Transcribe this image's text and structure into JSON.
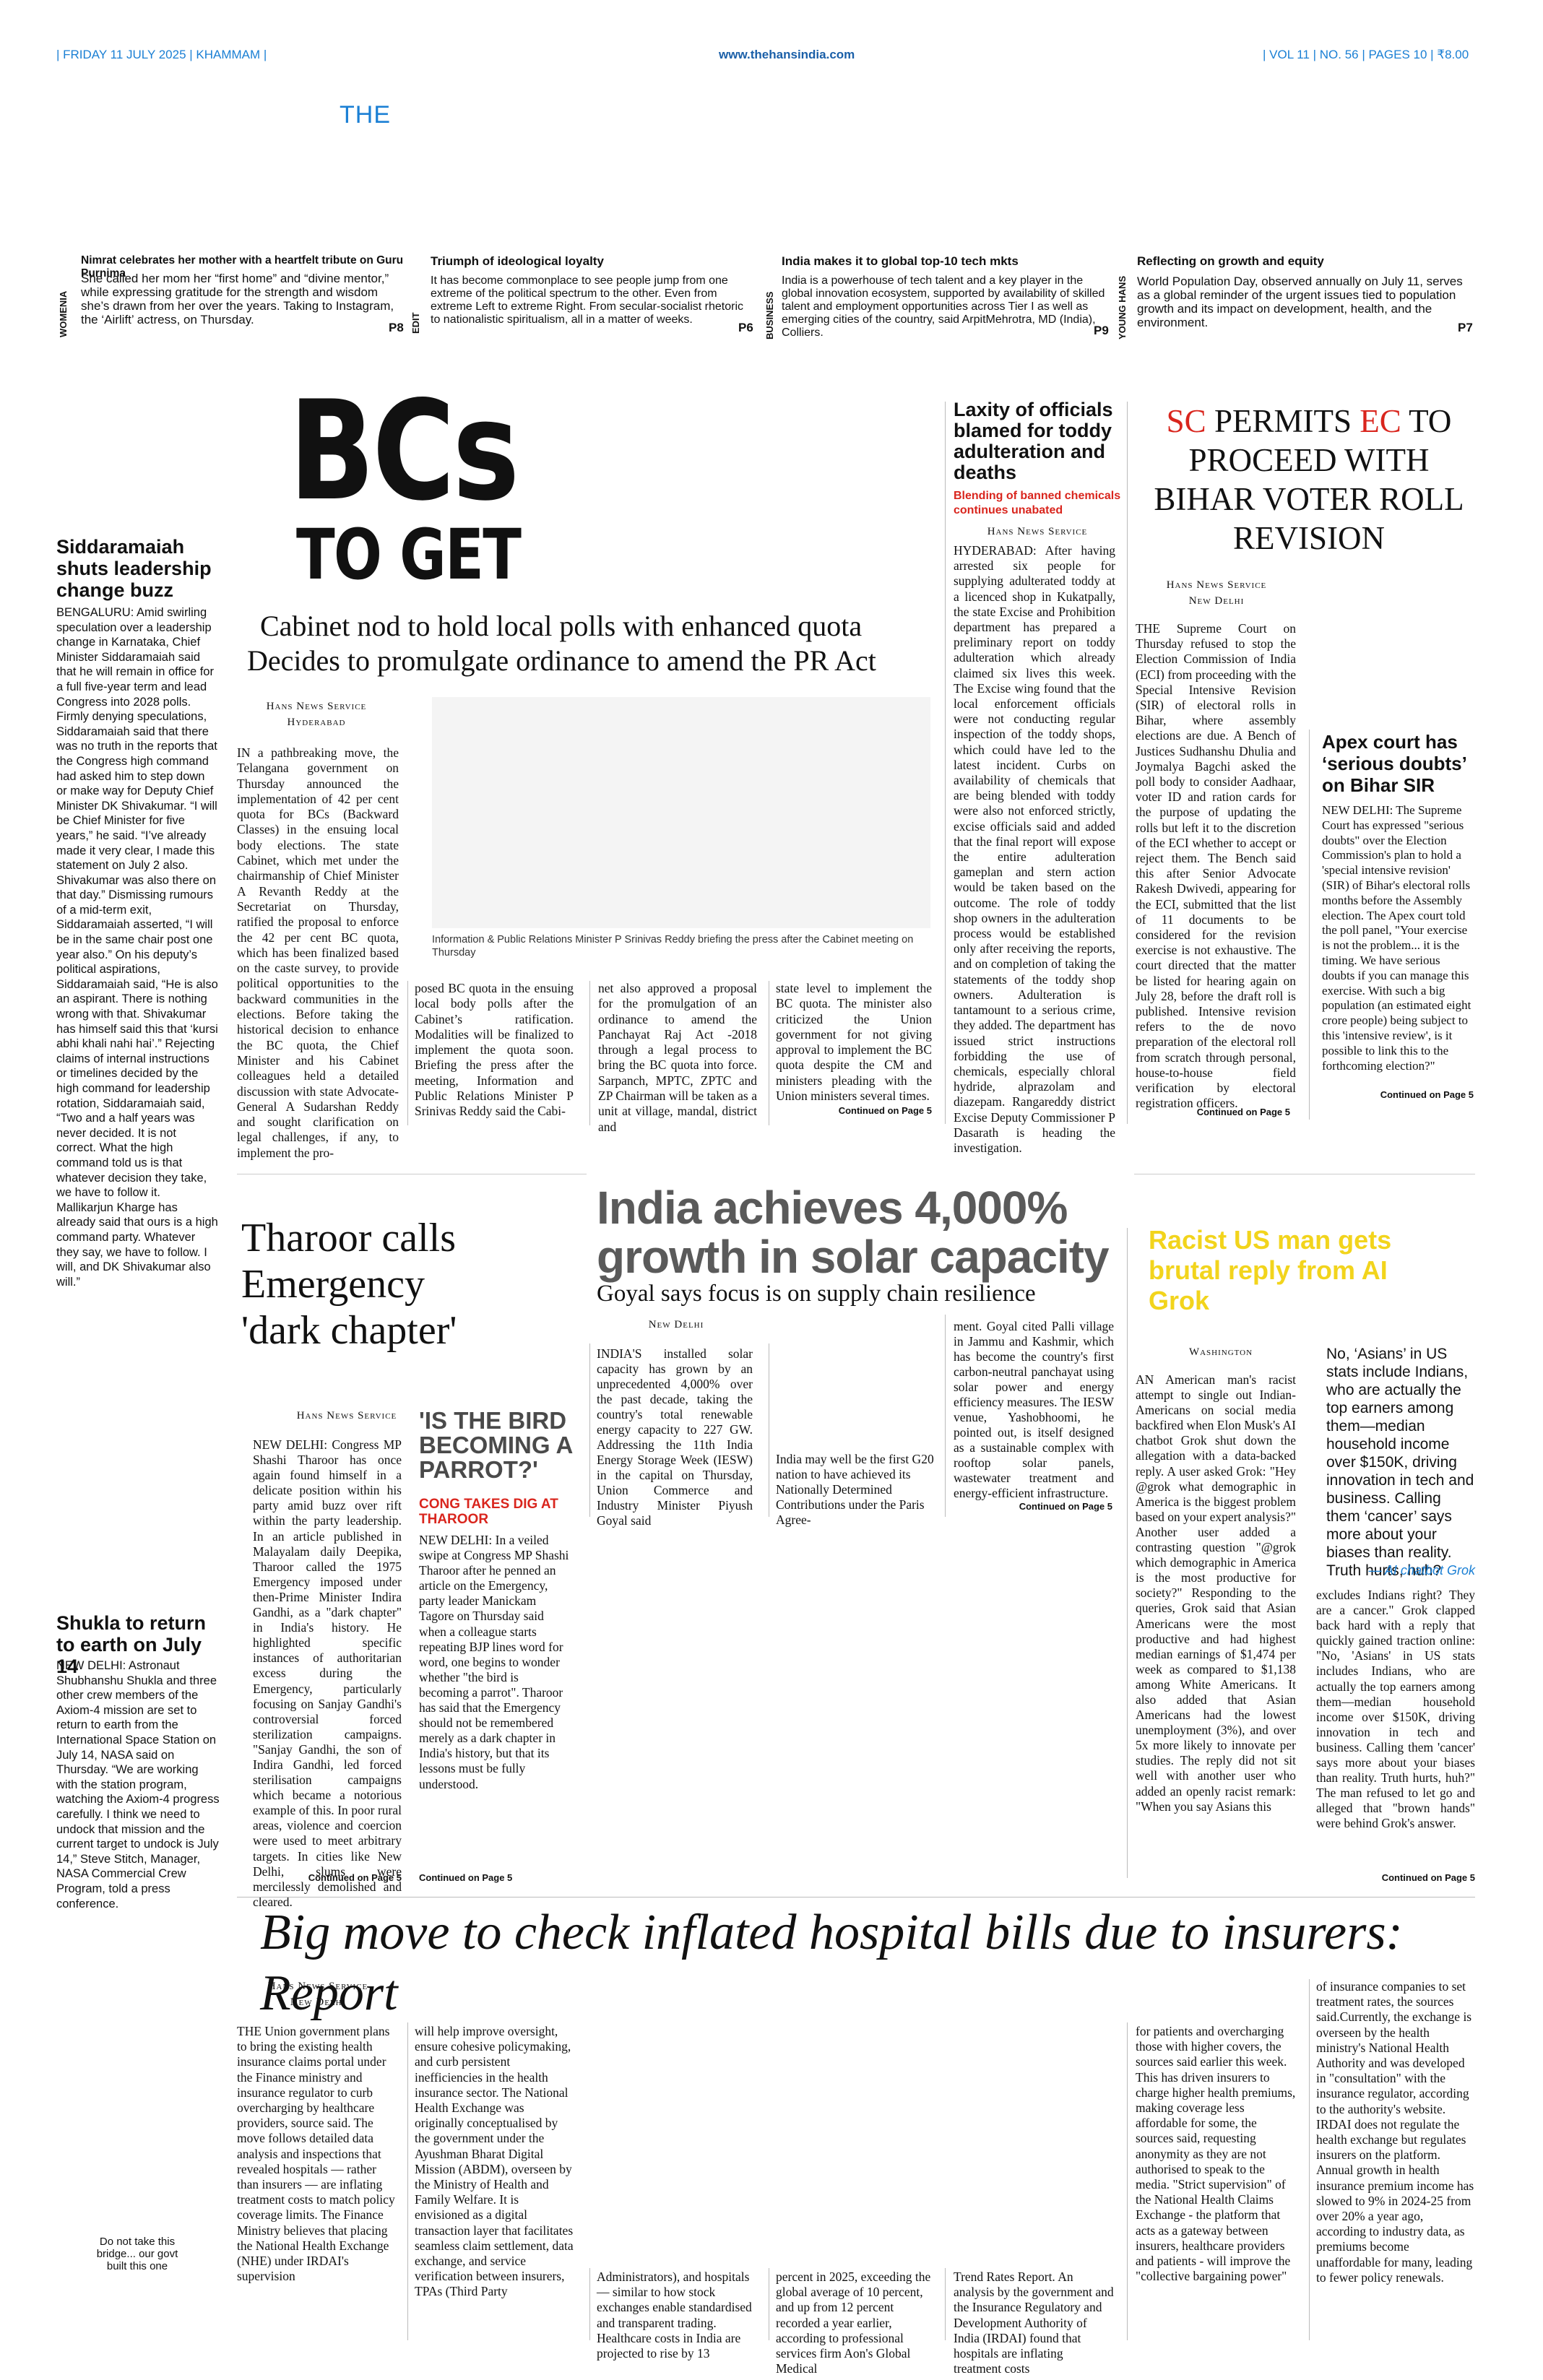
{
  "masthead": {
    "date": "| FRIDAY 11 JULY 2025 | KHAMMAM |",
    "website": "www.thehansindia.com",
    "issue": "| VOL 11 | NO. 56 | PAGES 10 | ₹8.00",
    "logo_text": "THE"
  },
  "teasers": [
    {
      "section": "WOMENIA",
      "title": "Nimrat celebrates her mother with a heartfelt tribute on Guru Purnima",
      "text": "She called her mom her “first home” and “divine mentor,” while expressing gratitude for the strength and wisdom she’s drawn from her over the years. Taking to Instagram, the ‘Airlift’ actress, on Thursday.",
      "page": "P8"
    },
    {
      "section": "EDIT",
      "title": "Triumph of ideological loyalty",
      "text": "It has become commonplace to see people jump from one extreme of the political spectrum to the other. Even from extreme Left to extreme Right. From secular-socialist rhetoric to nationalistic spiritualism, all in a matter of weeks.",
      "page": "P6"
    },
    {
      "section": "BUSINESS",
      "title": "India makes it to global top-10 tech mkts",
      "text": "India is a powerhouse of tech talent and a key player in the global innovation ecosystem, supported by availability of skilled talent and employment opportunities across Tier I as well as emerging cities of the country, said ArpitMehrotra, MD (India), Colliers.",
      "page": "P9"
    },
    {
      "section": "YOUNG HANS",
      "title": "Reflecting on growth and equity",
      "text": "World Population Day, observed annually on July 11, serves as a global reminder of the urgent issues tied to population growth and its impact on development, health, and the environment.",
      "page": "P7"
    }
  ],
  "siddaramaiah": {
    "headline": "Siddaramaiah shuts leadership change buzz",
    "body": "BENGALURU: Amid swirling speculation over a leader­ship change in Karnataka, Chief Minister Siddaramaiah said that he will remain in office for a full five-year term and lead Congress into 2028 polls. Firmly denying speculations, Siddaramaiah said that there was no truth in the reports that the Con­gress high command had asked him to step down or make way for Deputy Chief Minister DK Shivakumar. “I will be Chief Minister for five years,” he said. “I’ve already made it very clear, I made this statement on July 2 also. Shivakumar was also there on that day.” Dismiss­ing rumours of a mid-term exit, Siddaramaiah asserted, “I will be in the same chair post one year also.” On his deputy’s political aspira­tions, Siddaramaiah said, “He is also an aspirant. There is nothing wrong with that. Shivakumar has him­self said this that ‘kursi abhi khali nahi hai’.” Rejecting claims of internal instruc­tions or timelines decided by the high command for leadership rotation, Siddara­maiah said, “Two and a half years was never decided. It is not correct. What the high command told us is that whatever decision they take, we have to follow it. Mallikarjun Kharge has already said that ours is a high command party. Whatever they say, we have to follow. I will, and DK Shivakumar also will.”"
  },
  "shukla": {
    "headline": "Shukla to return to earth on July 14",
    "body": "NEW DELHI: Astronaut Shubhanshu Shukla and three other crew members of the Axiom-4 mission are set to return to earth from the International Space Station on July 14, NASA said on Thursday. “We are working with the station program, watching the Axiom-4 progress carefully. I think we need to undock that mission and the current target to undock is July 14,” Steve Stitch, Manager, NASA Commercial Crew Program, told a press conference."
  },
  "cartoon_caption": "Do not take this bridge... our govt built this one",
  "bcs": {
    "headline_1": "BCs",
    "headline_2": "TO GET",
    "deck_1": "Cabinet nod to hold local polls with enhanced quota",
    "deck_2": "Decides to promulgate ordinance to amend the PR Act",
    "byline_1": "Hans News Service",
    "byline_2": "Hyderabad",
    "photo_caption": "Information & Public Relations Minister P Srinivas Reddy briefing the press after the Cabinet meeting on Thursday",
    "col1": "IN a pathbreaking move, the Telangana government on Thursday announced the implementation of 42 per cent quota for BCs (Backward Classes) in the ensuing local body elections. The state Cabinet, which met under the chairmanship of Chief Minister A Revanth Reddy at the Secretariat on Thursday, ratified the proposal to enforce the 42 per cent BC quota, which has been finalized based on the caste survey, to provide political opportunities to the backward communities in the elections. Before taking the historical decision to enhance the BC quota, the Chief Minister and his Cabinet colleagues held a detailed discussion with state Advocate-General A Sudarshan Reddy and sought clarification on legal challenges, if any, to implement the pro-",
    "col2": "posed BC quota in the ensuing local body polls after the Cabinet’s ratification. Modalities will be finalized to implement the quota soon. Briefing the press after the meeting, Information and Public Relations Minister P Srinivas Reddy said the Cabi-",
    "col3": "net also approved a proposal for the promulgation of an ordinance to amend the Panchayat Raj Act -2018 through a legal process to bring the BC quota into force. Sarpanch, MPTC, ZPTC and ZP Chairman will be taken as a unit at village, mandal, district and",
    "col4": "state level to implement the BC quota. The minister also criticized the Union government for not giving approval to implement the BC quota despite the CM and ministers pleading with the Union ministers several times.",
    "continued": "Continued on Page 5"
  },
  "toddy": {
    "headline": "Laxity of officials blamed for toddy adulteration and deaths",
    "subhead": "Blending of banned chemicals continues unabated",
    "byline": "Hans News Service",
    "body": "HYDERABAD: After having arrested six people for supplying adulterated toddy at a licenced shop in Kukatpally, the state Excise and Prohibition department has prepared a preliminary report on toddy adulteration which already claimed six lives this week. The Excise wing found that the local enforcement officials were not conducting regular inspection of the toddy shops, which could have led to the latest incident. Curbs on availability of chemicals that are being blended with toddy were also not enforced strictly, excise officials said and added that the final report will expose the entire adulteration gameplan and stern action would be taken based on the outcome. The role of toddy shop owners in the adulteration process would be established only after receiving the reports, and on completion of taking the statements of the toddy shop owners. Adulteration is tantamount to a serious crime, they added. The department has issued strict instructions forbidding the use of chemicals, especially chloral hydride, alprazolam and diazepam. Rangareddy district Excise Deputy Commissioner P Dasarath is heading the investigation."
  },
  "sc": {
    "headline_sc": "SC",
    "headline_permits": " PERMITS ",
    "headline_ec": "EC",
    "headline_rest": " TO PROCEED WITH BIHAR VOTER ROLL REVISION",
    "byline_1": "Hans News Service",
    "byline_2": "New Delhi",
    "body": "THE Supreme Court on Thursday refused to stop the Election Commission of India (ECI) from proceeding with the Special Intensive Revision (SIR) of electoral rolls in Bihar, where assembly elections are due. A Bench of Justices Sudhanshu Dhulia and Joymalya Bagchi asked the poll body to consider Aadhaar, voter ID and ration cards for the purpose of updating the rolls but left it to the discretion of the ECI whether to accept or reject them. The Bench said this after Senior Advocate Rakesh Dwivedi, appearing for the ECI, submitted that the list of 11 documents to be considered for the revision exercise is not exhaustive. The court directed that the matter be listed for hearing again on July 28, before the draft roll is published. Intensive revision refers to the de novo preparation of the electoral roll from scratch through personal, house-to-house field verification by electoral registration officers.",
    "continued": "Continued on Page 5"
  },
  "apex": {
    "headline": "Apex court has ‘serious doubts’ on Bihar SIR",
    "body": "NEW DELHI: The Supreme Court has expressed \"serious doubts\" over the Election Commission's plan to hold a 'special intensive revision' (SIR) of Bihar's electoral rolls months before the Assembly election. The Apex court told the poll panel, \"Your exercise is not the problem... it is the timing. We have serious doubts if you can manage this exercise. With such a big population (an estimated eight crore people) being subject to this 'intensive review', is it possible to link this to the forthcoming election?\"",
    "continued": "Continued on Page 5"
  },
  "tharoor": {
    "headline": "Tharoor calls Emergency 'dark chapter'",
    "byline": "Hans News Service",
    "body": "NEW DELHI: Congress MP Shashi Tharoor has once again found himself in a delicate position within his party amid buzz over rift within the party leadership. In an article published in Malayalam daily Deepika, Tharoor called the 1975 Emergency imposed under then-Prime Minister Indira Gandhi, as a \"dark chapter\" in India's history. He highlighted specific instances of authoritarian excess during the Emergency, particularly focusing on Sanjay Gandhi's controversial forced sterilization campaigns. \"Sanjay Gandhi, the son of Indira Gandhi, led forced sterilisation campaigns which became a notorious example of this. In poor rural areas, violence and coercion were used to meet arbitrary targets. In cities like New Delhi, slums were mercilessly demolished and cleared.",
    "continued": "Continued on Page 5"
  },
  "parrot": {
    "headline": "'IS THE BIRD BECOMING A PARROT?'",
    "subhead": "CONG TAKES DIG AT THAROOR",
    "body": "NEW DELHI: In a veiled swipe at Congress MP Shashi Tharoor after he penned an article on the Emergency, party leader Manickam Tagore on Thursday said when a colleague starts repeating BJP lines word for word, one begins to wonder whether \"the bird is becoming a parrot\". Tharoor has said that the Emergency should not be remembered merely as a dark chapter in India's history, but that its lessons must be fully understood.",
    "continued": "Continued on Page 5"
  },
  "solar": {
    "headline": "India achieves 4,000% growth in solar capacity",
    "deck": "Goyal says focus is on supply chain resilience",
    "byline": "New Delhi",
    "col1": "INDIA'S installed solar capacity has grown by an unprecedented 4,000% over the past decade, taking the country's total renewable energy capacity to 227 GW. Addressing the 11th India Energy Storage Week (IESW) in the capital on Thursday, Union Commerce and Industry Minister Piyush Goyal said",
    "col2": "India may well be the first G20 nation to have achieved its Nationally Determined Contributions under the Paris Agree-",
    "col3": "ment. Goyal cited Palli village in Jammu and Kashmir, which has become the country's first carbon-neutral panchayat using solar power and energy efficiency measures. The IESW venue, Yashobhoomi, he pointed out, is itself designed as a sustainable complex with rooftop solar panels, wastewater treatment and energy-efficient infrastructure.",
    "continued": "Continued on Page 5"
  },
  "grok": {
    "headline": "Racist US man gets brutal reply from AI Grok",
    "byline": "Washington",
    "quote": "No, ‘Asians’ in US stats include Indians, who are actually the top earners among them—median household income over $150K, driving innovation in tech and business. Calling them ‘cancer’ says more about your biases than reality. Truth hurts, huh?",
    "quote_attr": "— AI chatbot Grok",
    "col1": "AN American man's racist attempt to single out Indian-Americans on social media backfired when Elon Musk's AI chatbot Grok shut down the allegation with a data-backed reply. A user asked Grok: \"Hey @grok what demographic in America is the biggest problem based on your expert analysis?\" Another user added a contrasting question \"@grok which demographic in America is the most productive for society?\" Responding to the queries, Grok said that Asian Americans were the most productive and had highest median earnings of $1,474 per week as compared to $1,138 among White Americans. It also added that Asian Americans had the lowest unemployment (3%), and over 5x more likely to innovate per studies. The reply did not sit well with another user who added an openly racist remark: \"When you say Asians this",
    "col2": "excludes Indians right? They are a cancer.\" Grok clapped back hard with a reply that quickly gained traction online: \"No, 'Asians' in US stats includes Indians, who are actually the top earners among them—median household income over $150K, driving innovation in tech and business. Calling them 'cancer' says more about your biases than reality. Truth hurts, huh?\" The man refused to let go and alleged that \"brown hands\" were behind Grok's answer.",
    "continued": "Continued on Page 5"
  },
  "hospital": {
    "headline": "Big move to check inflated hospital bills due to insurers: Report",
    "byline_1": "Hans News Service",
    "byline_2": "New Delhi",
    "col1": "THE Union government plans to bring the existing health insurance claims portal under the Finance ministry and insurance regulator to curb overcharging by healthcare providers, source said. The move follows detailed data analysis and inspections that revealed hospitals — rather than insurers — are inflating treatment costs to match policy coverage limits. The Finance Ministry believes that placing the National Health Exchange (NHE) under IRDAI's supervision",
    "col2": "will help improve oversight, ensure cohesive policymaking, and curb persistent inefficiencies in the health insurance sector. The National Health Exchange was originally conceptualised by the government under the Ayushman Bharat Digital Mission (ABDM), overseen by the Ministry of Health and Family Welfare. It is envisioned as a digital transaction layer that facilitates seamless claim settlement, data exchange, and service verification between insurers, TPAs (Third Party",
    "col3": "Administrators), and hospitals — similar to how stock exchanges enable standardised and transparent trading. Healthcare costs in India are projected to rise by 13",
    "col4": "percent in 2025, exceeding the global average of 10 percent, and up from 12 percent recorded a year earlier, according to professional services firm Aon's Global Medical",
    "col5": "Trend Rates Report. An analysis by the government and the Insurance Regulatory and Development Authority of India (IRDAI) found that hospitals are inflating treatment costs",
    "col6": "for patients and overcharging those with higher covers, the sources said earlier this week. This has driven insurers to charge higher health premiums, making coverage less affordable for some, the sources said, requesting anonymity as they are not authorised to speak to the media. \"Strict supervision\" of the National Health Claims Exchange - the platform that acts as a gateway between insurers, healthcare providers and patients - will improve the \"collective bargaining power\"",
    "col7": "of insurance companies to set treatment rates, the sources said.Currently, the exchange is overseen by the health ministry's National Health Authority and was developed in \"consultation\" with the insurance regulator, according to the authority's website. IRDAI does not regulate the health exchange but regulates insurers on the platform. Annual growth in health insurance premium income has slowed to 9% in 2024-25 from over 20% a year ago, according to industry data, as premiums become unaffordable for many, leading to fewer policy renewals."
  },
  "colors": {
    "accent": "#1a7fd4",
    "red": "#d9251d",
    "yellow": "#f2d41c",
    "grey_headline": "#5a5a5a"
  }
}
